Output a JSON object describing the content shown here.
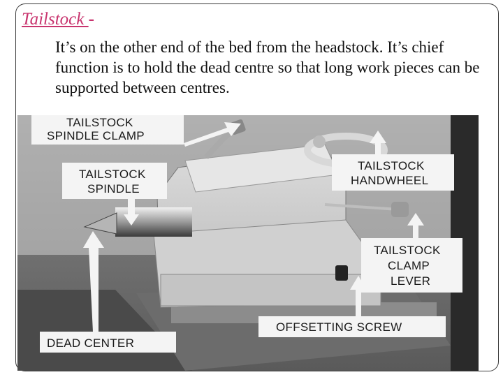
{
  "slide": {
    "title_term": "Tailstock ",
    "title_dash": "-",
    "body": "It’s on the other end of the bed from the headstock. It’s chief function is to hold the dead centre so that long work pieces can be supported between centres."
  },
  "photo_labels": {
    "spindle_clamp_line1": "TAILSTOCK",
    "spindle_clamp_line2": "SPINDLE CLAMP",
    "spindle_line1": "TAILSTOCK",
    "spindle_line2": "SPINDLE",
    "handwheel_line1": "TAILSTOCK",
    "handwheel_line2": "HANDWHEEL",
    "clamp_lever_line1": "TAILSTOCK",
    "clamp_lever_line2": "CLAMP",
    "clamp_lever_line3": "LEVER",
    "offsetting_screw": "OFFSETTING SCREW",
    "dead_center": "DEAD CENTER"
  }
}
